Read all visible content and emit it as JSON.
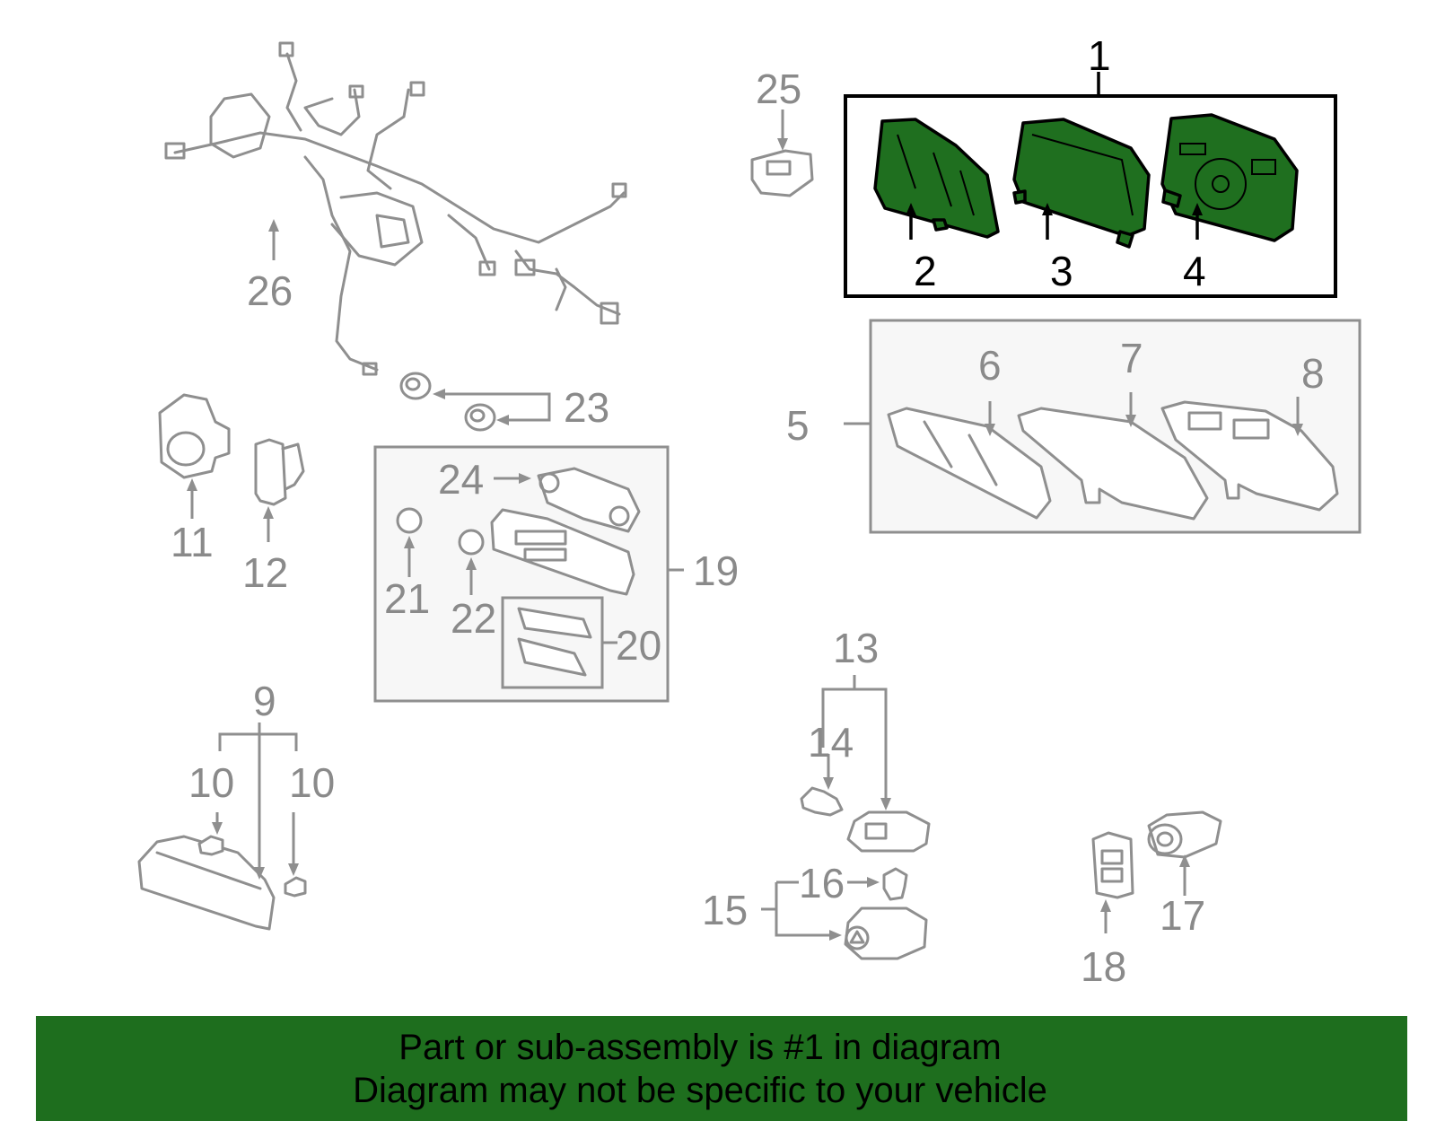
{
  "callouts": {
    "c1": "1",
    "c2": "2",
    "c3": "3",
    "c4": "4",
    "c5": "5",
    "c6": "6",
    "c7": "7",
    "c8": "8",
    "c9": "9",
    "c10a": "10",
    "c10b": "10",
    "c11": "11",
    "c12": "12",
    "c13": "13",
    "c14": "14",
    "c15": "15",
    "c16": "16",
    "c17": "17",
    "c18": "18",
    "c19": "19",
    "c20": "20",
    "c21": "21",
    "c22": "22",
    "c23": "23",
    "c24": "24",
    "c25": "25",
    "c26": "26"
  },
  "highlighted_part": "1",
  "colors": {
    "highlight": "#1f6f1f",
    "footer_background": "#1e6e1e",
    "parts": "#8f8f8f"
  },
  "footer": {
    "line1": "Part or sub-assembly is #1 in diagram",
    "line2": "Diagram may not be specific to your vehicle"
  }
}
